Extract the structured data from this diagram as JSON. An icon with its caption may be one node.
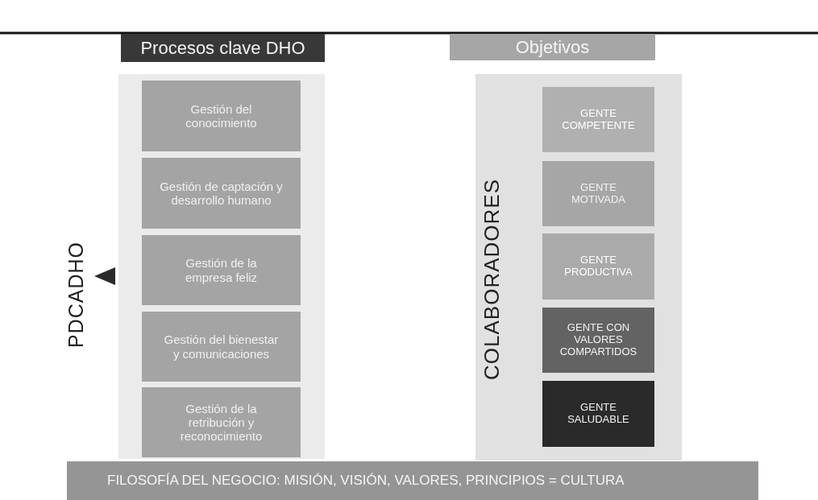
{
  "diagram": {
    "nodes": [
      {
        "text": [
          "Procesos clave DHO"
        ]
      },
      {
        "text": [
          "Objetivos"
        ]
      },
      {
        "text": [],
        "shape": "box"
      },
      {
        "text": [
          "Gestión del conocimiento"
        ],
        "in": 2
      },
      {
        "text": [
          "Gestión de captación y desarrollo humano"
        ],
        "in": 2
      },
      {
        "text": [
          "Gestión de la empresa feliz"
        ],
        "in": 2
      },
      {
        "text": [
          "Gestión del bienestar y comunicaciones"
        ],
        "in": 2
      },
      {
        "text": [
          "Gestión de la retribución y reconocimiento"
        ],
        "in": 2
      },
      {
        "text": [
          "COLABORADORES"
        ]
      },
      {
        "text": [
          "GENTE COMPETENTE"
        ],
        "in": 8
      },
      {
        "text": [
          "GENTE MOTIVADA"
        ],
        "in": 8
      },
      {
        "text": [
          "GENTE PRODUCTIVA"
        ],
        "in": 8
      },
      {
        "text": [
          "GENTE CON VALORES COMPARTIDOS"
        ],
        "in": 8
      },
      {
        "text": [
          "GENTE SALUDABLE"
        ],
        "in": 8
      },
      {
        "text": [
          "FILOSOFÍA DEL NEGOCIO: MISIÓN, VISIÓN, VALORES, PRINCIPIOS = CULTURA"
        ]
      }
    ],
    "edges": [],
    "labels": [
      "PDCADHO"
    ]
  }
}
